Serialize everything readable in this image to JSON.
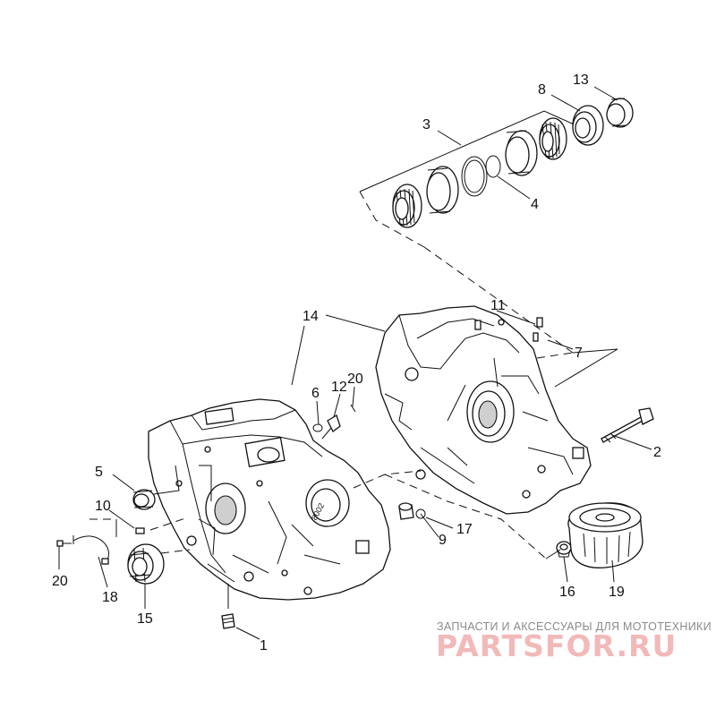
{
  "diagram": {
    "callouts": [
      "1",
      "2",
      "3",
      "4",
      "5",
      "6",
      "7",
      "8",
      "9",
      "10",
      "11",
      "12",
      "13",
      "14",
      "15",
      "16",
      "17",
      "18",
      "19",
      "20"
    ],
    "part_code": "8002"
  },
  "watermark": {
    "caption": "ЗАПЧАСТИ И АКСЕССУАРЫ ДЛЯ МОТОТЕХНИКИ",
    "brand": "PARTSFOR.RU",
    "brand_color": "#f2b9b9"
  }
}
